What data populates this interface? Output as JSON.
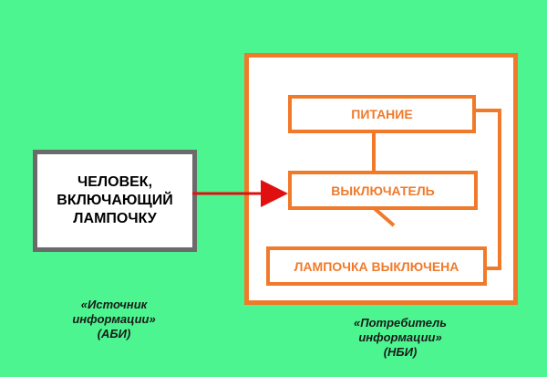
{
  "source": {
    "label": "ЧЕЛОВЕК,\nВКЛЮЧАЮЩИЙ\nЛАМПОЧКУ",
    "caption": "«Источник\nинформации»\n(АБИ)"
  },
  "consumer": {
    "nodes": {
      "power": "ПИТАНИЕ",
      "switch": "ВЫКЛЮЧАТЕЛЬ",
      "lamp": "ЛАМПОЧКА ВЫКЛЮЧЕНА"
    },
    "caption": "«Потребитель\nинформации»\n(НБИ)"
  },
  "colors": {
    "background": "#4cf58f",
    "orange": "#f07a2a",
    "gray": "#6b6b6b",
    "arrow": "#e01010"
  }
}
